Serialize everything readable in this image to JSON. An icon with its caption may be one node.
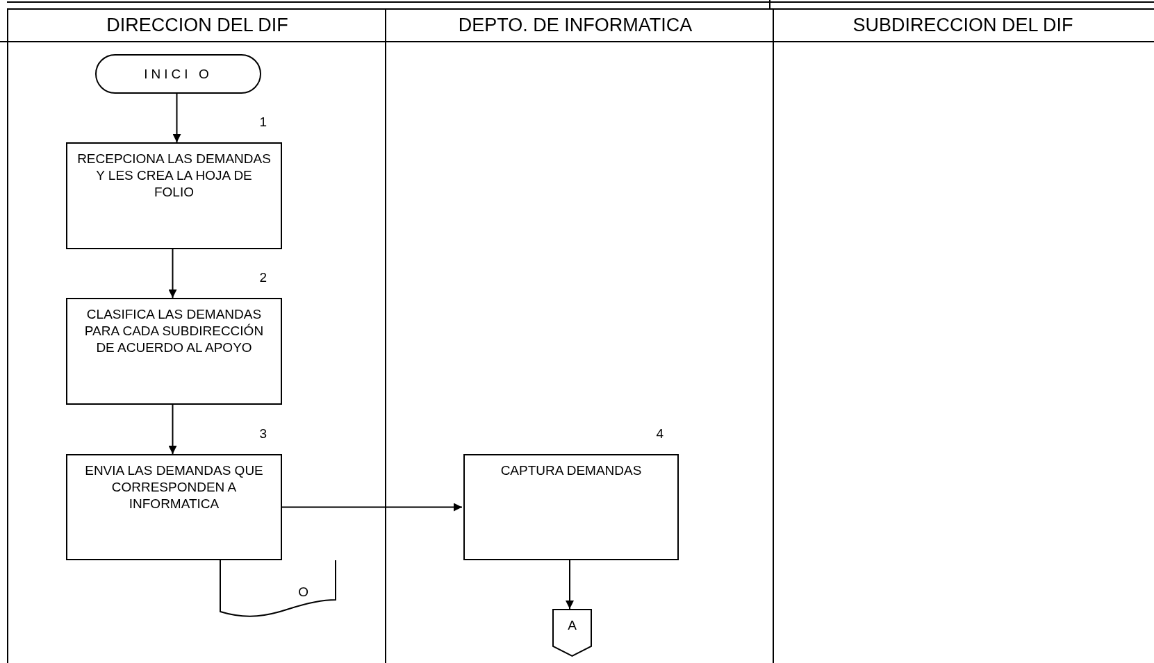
{
  "diagram": {
    "nodes": [
      {
        "text": [
          "DIRECCION DEL DIF"
        ]
      },
      {
        "text": [
          "DEPTO. DE INFORMATICA"
        ]
      },
      {
        "text": [
          "SUBDIRECCION DEL DIF"
        ]
      },
      {
        "text": [
          "INICI O"
        ],
        "in": 0
      },
      {
        "text": [
          "RECEPCIONA LAS DEMANDAS Y LES CREA LA HOJA DE FOLIO"
        ],
        "beside": [
          "1"
        ],
        "in": 0
      },
      {
        "text": [
          "CLASIFICA LAS DEMANDAS PARA CADA SUBDIRECCIÓN DE ACUERDO AL APOYO"
        ],
        "beside": [
          "2"
        ],
        "in": 0
      },
      {
        "text": [
          "ENVIA LAS DEMANDAS QUE CORRESPONDEN A INFORMATICA"
        ],
        "beside": [
          "3"
        ],
        "in": 0
      },
      {
        "text": [
          "O"
        ],
        "in": 0
      },
      {
        "text": [
          "CAPTURA DEMANDAS"
        ],
        "beside": [
          "4"
        ],
        "in": 1
      },
      {
        "text": [
          "A"
        ],
        "in": 1
      }
    ],
    "edges": [
      {
        "from": 3,
        "to": 4,
        "arrow": "to"
      },
      {
        "from": 4,
        "to": 5,
        "arrow": "to"
      },
      {
        "from": 5,
        "to": 6,
        "arrow": "to"
      },
      {
        "from": 6,
        "to": 8,
        "arrow": "to"
      },
      {
        "from": 8,
        "to": 9,
        "arrow": "to"
      }
    ]
  }
}
